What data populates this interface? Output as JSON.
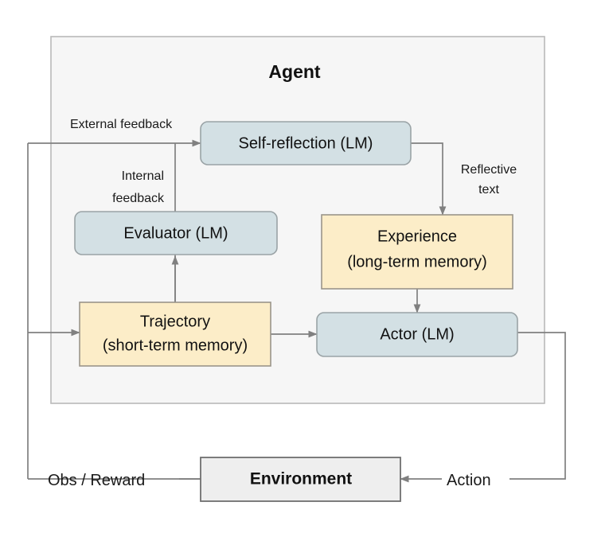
{
  "figure": {
    "agent_container_label": "Agent",
    "environment_label": "Environment"
  },
  "nodes": {
    "self_reflection": {
      "label": "Self-reflection (LM)",
      "fill": "#d3e0e4"
    },
    "evaluator": {
      "label": "Evaluator (LM)",
      "fill": "#d3e0e4"
    },
    "actor": {
      "label": "Actor (LM)",
      "fill": "#d3e0e4"
    },
    "experience": {
      "line1": "Experience",
      "line2": "(long-term memory)",
      "fill": "#fcedc8"
    },
    "trajectory": {
      "line1": "Trajectory",
      "line2": "(short-term memory)",
      "fill": "#fcedc8"
    },
    "environment": {
      "label": "Environment",
      "fill": "#eeeeee"
    }
  },
  "edge_labels": {
    "external_feedback": "External feedback",
    "internal_feedback_line1": "Internal",
    "internal_feedback_line2": "feedback",
    "reflective_text_line1": "Reflective",
    "reflective_text_line2": "text",
    "obs_reward": "Obs / Reward",
    "action": "Action"
  },
  "colors": {
    "lm_box": "#d3e0e4",
    "memory_box": "#fcedc8",
    "environment_box": "#eeeeee",
    "agent_panel": "#f6f6f6",
    "line": "#808080",
    "text": "#111111"
  }
}
